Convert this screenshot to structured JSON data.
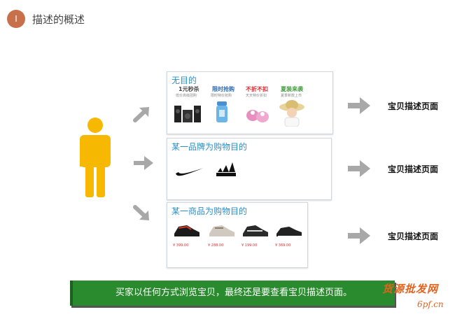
{
  "header": {
    "badge": "I",
    "title": "描述的概述"
  },
  "panels": [
    {
      "title": "无目的",
      "categories": [
        {
          "label": "1元秒杀",
          "sub": "低价高级团购",
          "color": "#444444"
        },
        {
          "label": "限时抢购",
          "sub": "限时特价抢购",
          "color": "#2b6fb8"
        },
        {
          "label": "不折不扣",
          "sub": "天天特价折扣",
          "color": "#d8262b"
        },
        {
          "label": "夏装来袭",
          "sub": "夏季新款上市",
          "color": "#3e9b3a"
        }
      ]
    },
    {
      "title": "某一品牌为购物目的",
      "brands": [
        "Nike",
        "adidas"
      ]
    },
    {
      "title": "某一商品为购物目的",
      "prices": [
        "¥ 399.00",
        "¥ 288.00",
        "¥ 199.00",
        "¥ 369.00"
      ]
    }
  ],
  "destinations": [
    "宝贝描述页面",
    "宝贝描述页面",
    "宝贝描述页面"
  ],
  "banner": "买家以任何方式浏览宝贝，最终还是要查看宝贝描述页面。",
  "watermark": {
    "line1": "货源批发网",
    "line2": "6pf.cn"
  },
  "colors": {
    "accent": "#c8704a",
    "person": "#f6b800",
    "banner": "#2a8a2e",
    "arrow": "#a8a8a8"
  }
}
